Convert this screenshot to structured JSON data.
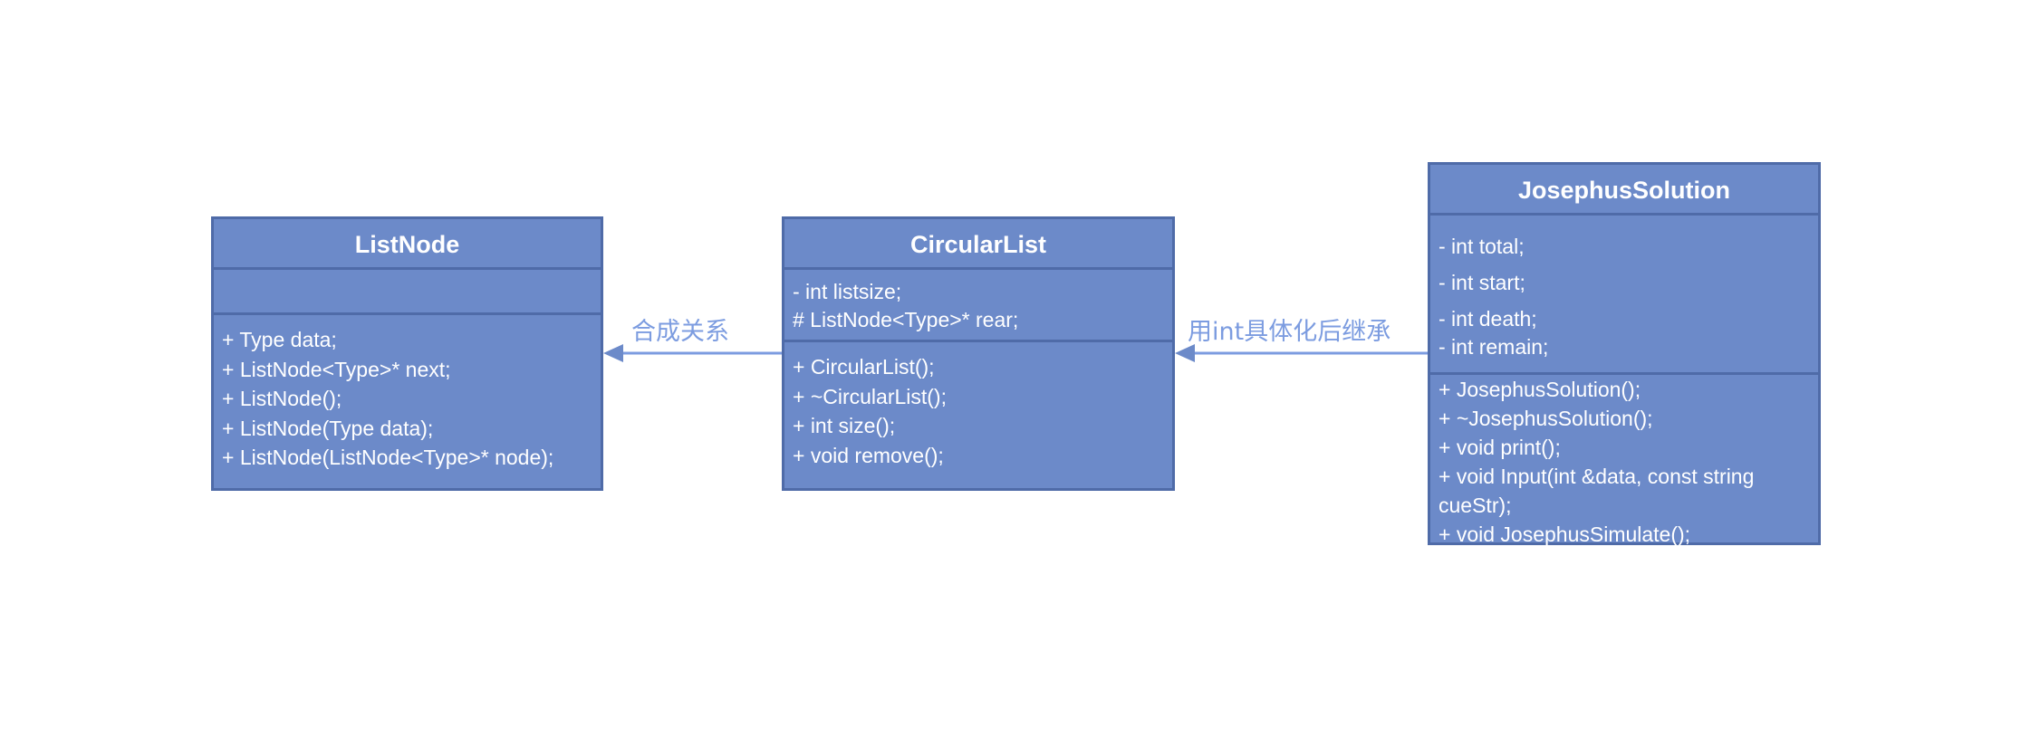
{
  "diagram": {
    "classes": {
      "list_node": {
        "name": "ListNode",
        "attributes": [],
        "operations": [
          "+ Type data;",
          "+ ListNode<Type>* next;",
          "+ ListNode();",
          "+ ListNode(Type data);",
          "+ ListNode(ListNode<Type>* node);"
        ]
      },
      "circular_list": {
        "name": "CircularList",
        "attributes": [
          "- int listsize;",
          "# ListNode<Type>* rear;"
        ],
        "operations": [
          "+ CircularList();",
          "+ ~CircularList();",
          "+ int size();",
          "+ void remove();"
        ]
      },
      "josephus_solution": {
        "name": "JosephusSolution",
        "attributes": [
          "- int total;",
          "- int start;",
          "- int death;",
          "- int remain;"
        ],
        "operations": [
          "+ JosephusSolution();",
          "+ ~JosephusSolution();",
          "+ void print();",
          "+ void Input(int &data, const string cueStr);",
          "+ void JosephusSimulate();"
        ]
      }
    },
    "edges": {
      "composition_label": "合成关系",
      "inheritance_label": "用int具体化后继承"
    },
    "colors": {
      "box_fill": "#6c8ac9",
      "box_border": "#4f6ba8",
      "edge_color": "#7c9ce0",
      "text_on_box": "#ffffff"
    }
  }
}
